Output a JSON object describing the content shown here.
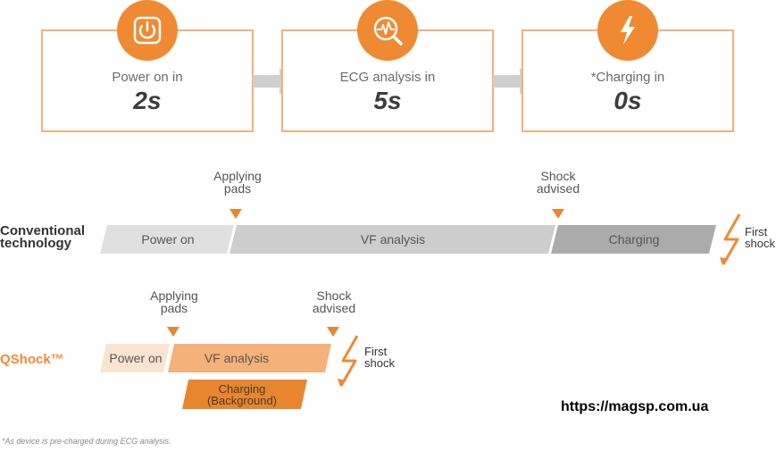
{
  "steps": [
    {
      "label": "Power on in",
      "value": "2s",
      "icon": "power-icon"
    },
    {
      "label": "ECG analysis in",
      "value": "5s",
      "icon": "ecg-search-icon"
    },
    {
      "label": "*Charging in",
      "value": "0s",
      "icon": "lightning-icon"
    }
  ],
  "conventional": {
    "label_line1": "Conventional",
    "label_line2": "technology",
    "marker_applying_line1": "Applying",
    "marker_applying_line2": "pads",
    "marker_shock_line1": "Shock",
    "marker_shock_line2": "advised",
    "segments": [
      "Power on",
      "VF analysis",
      "Charging"
    ],
    "first_shock_line1": "First",
    "first_shock_line2": "shock"
  },
  "qshock": {
    "label": "QShock™",
    "marker_applying_line1": "Applying",
    "marker_applying_line2": "pads",
    "marker_shock_line1": "Shock",
    "marker_shock_line2": "advised",
    "segments": [
      "Power on",
      "VF analysis"
    ],
    "charging_line1": "Charging",
    "charging_line2": "(Background)",
    "first_shock_line1": "First",
    "first_shock_line2": "shock"
  },
  "url": "https://magsp.com.ua",
  "footnote": "*As device is pre-charged during ECG analysis.",
  "colors": {
    "accent": "#ef8a32",
    "box_border": "#f0b27a",
    "gray_light": "#dcdcdc",
    "gray_mid": "#c9c9c9",
    "gray_dark": "#a9a9a9",
    "orange_light": "#fbe4cf",
    "orange_mid": "#f4b27a",
    "orange_dark": "#e8862f"
  }
}
